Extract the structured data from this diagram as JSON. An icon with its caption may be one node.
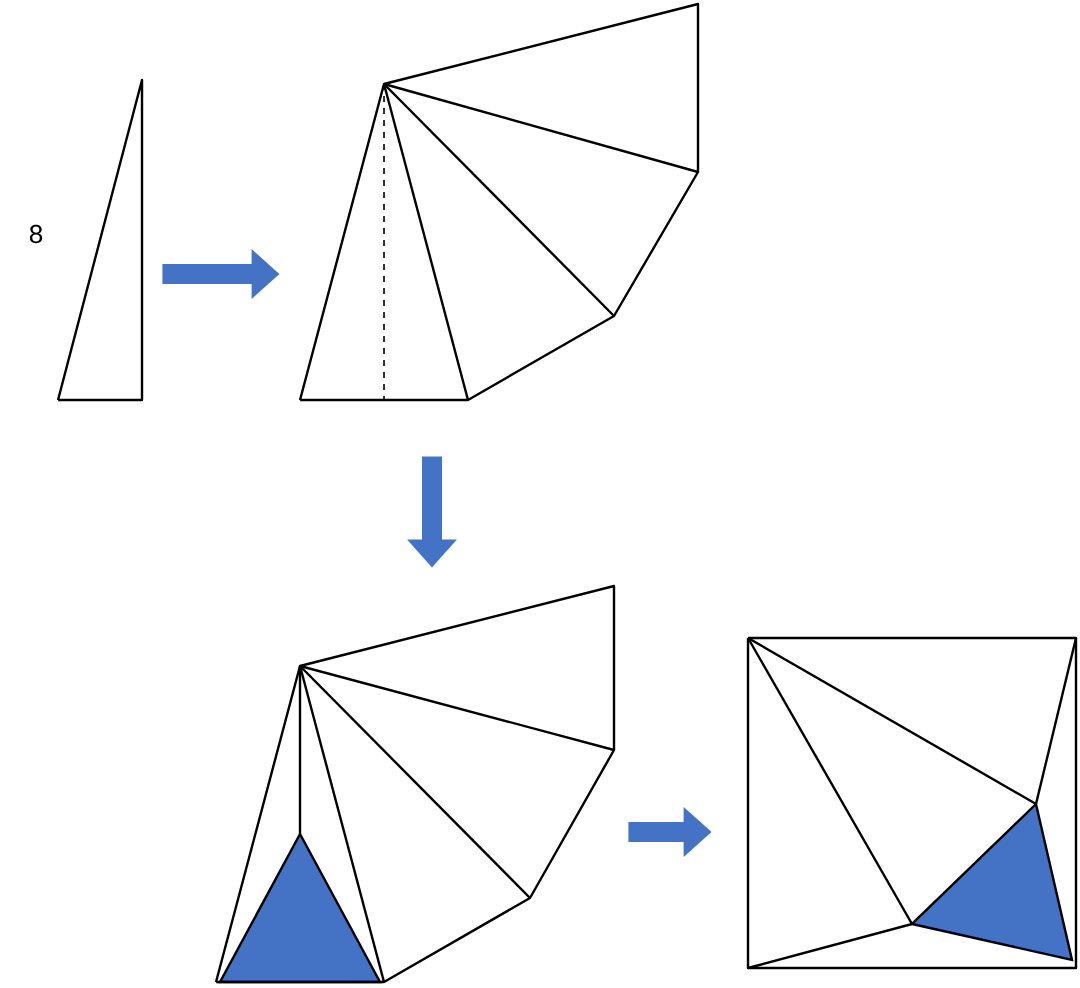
{
  "diagram": {
    "nodes": [
      {
        "text": [],
        "shape": "triangle",
        "beside": [
          "8"
        ]
      },
      {
        "text": [],
        "shape": "fan"
      },
      {
        "text": [],
        "shape": "fan"
      },
      {
        "text": [],
        "shape": "square"
      }
    ],
    "edges": [
      {
        "from": 0,
        "to": 1,
        "arrow": "to"
      },
      {
        "from": 1,
        "to": 2,
        "arrow": "to"
      },
      {
        "from": 2,
        "to": 3,
        "arrow": "to"
      }
    ]
  }
}
